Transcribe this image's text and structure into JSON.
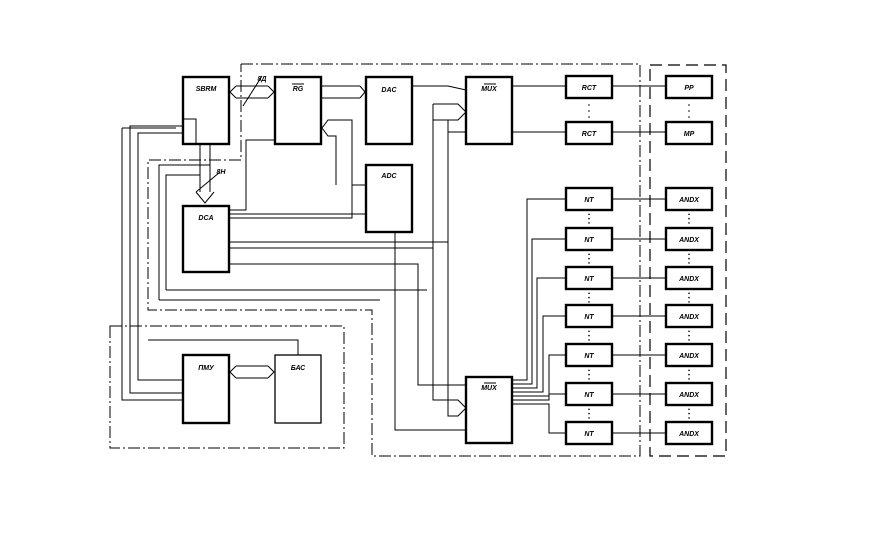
{
  "blocks": {
    "memory": "SBRM",
    "register": "RG",
    "dac": "DAC",
    "adc": "ADC",
    "dca": "DCA",
    "mux_out": "MUX",
    "mux_in": "MUX",
    "ctrl": "ПМУ",
    "bus": "БАС",
    "out_stage": [
      "RCT",
      "RCT"
    ],
    "out_device": [
      "PP",
      "MP"
    ],
    "in_stage": [
      "NT",
      "NT",
      "NT",
      "NT",
      "NT",
      "NT",
      "NT"
    ],
    "in_device": [
      "ANDX",
      "ANDX",
      "ANDX",
      "ANDX",
      "ANDX",
      "ANDX",
      "ANDX"
    ]
  },
  "bus_labels": {
    "top": "8Д",
    "mid": "8Н"
  }
}
